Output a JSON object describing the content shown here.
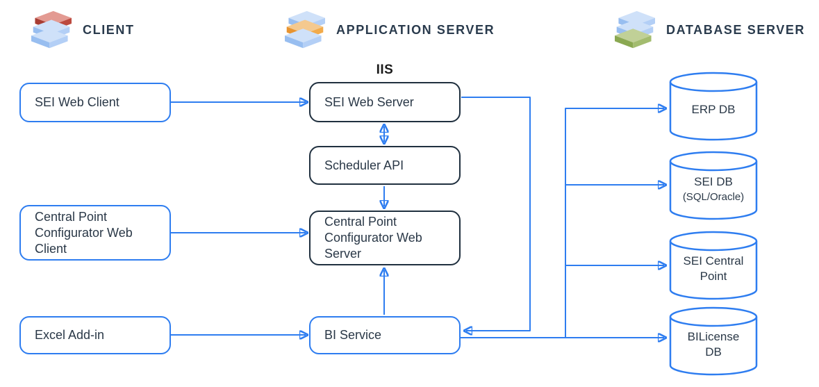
{
  "diagram": {
    "columns": [
      {
        "title": "CLIENT"
      },
      {
        "title": "APPLICATION SERVER"
      },
      {
        "title": "DATABASE SERVER"
      }
    ],
    "iis_label": "IIS",
    "client_nodes": {
      "sei_web_client": "SEI Web Client",
      "cp_web_client": "Central Point Configurator Web Client",
      "excel_addin": "Excel Add-in"
    },
    "app_nodes": {
      "sei_web_server": "SEI Web Server",
      "scheduler_api": "Scheduler API",
      "cp_web_server": "Central Point Configurator Web Server",
      "bi_service": "BI Service"
    },
    "db_nodes": {
      "erp_db": "ERP DB",
      "sei_db": "SEI DB",
      "sei_db_sub": "(SQL/Oracle)",
      "sei_central_point": "SEI Central Point",
      "bilicense_db": "BILicense DB"
    },
    "colors": {
      "line_blue": "#2e7df0",
      "border_dark": "#20303f",
      "text_dark": "#2a3847",
      "header_text": "#2a3b4d",
      "client_accent": "#b5463b",
      "app_accent": "#ef9e37",
      "db_accent": "#9ab564"
    }
  }
}
